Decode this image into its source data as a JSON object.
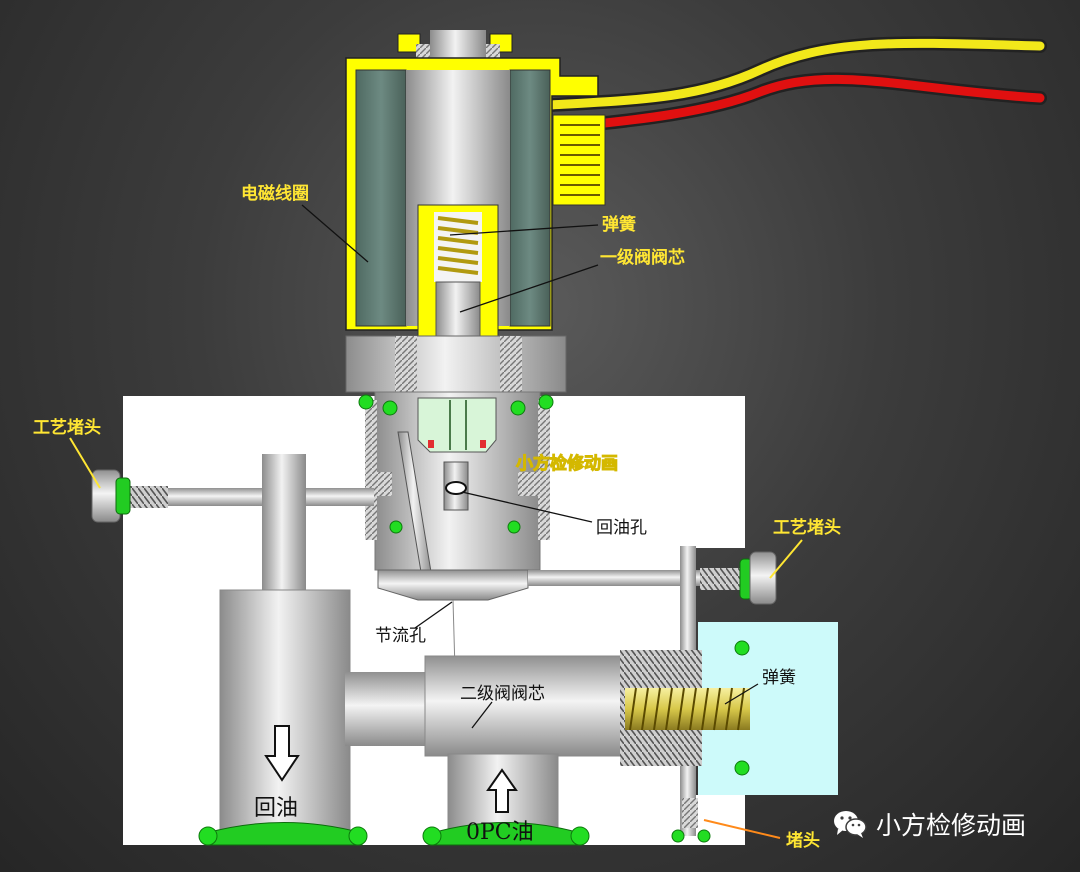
{
  "labels": {
    "coil": "电磁线圈",
    "spring_top": "弹簧",
    "pilot_core": "一级阀阀芯",
    "plug_left": "工艺堵头",
    "plug_right": "工艺堵头",
    "return_hole": "回油孔",
    "throttle_hole": "节流孔",
    "main_core": "二级阀阀芯",
    "spring_right": "弹簧",
    "return_oil": "回油",
    "opc_oil": "0PC油",
    "plug_bottom": "堵头"
  },
  "watermark": "小方检修动画",
  "credit": {
    "text": "小方检修动画",
    "icon": "wechat-icon"
  },
  "colors": {
    "background": "#3c3c3c",
    "label_yellow": "#ffe633",
    "coil_frame_yellow": "#ffff00",
    "coil_winding": "#5f7a72",
    "wire_red": "#e01010",
    "seal_green": "#22dd22",
    "valve_body": "#ffffff",
    "spring_housing": "#cdfafa",
    "leader_orange": "#ff8a1a"
  }
}
